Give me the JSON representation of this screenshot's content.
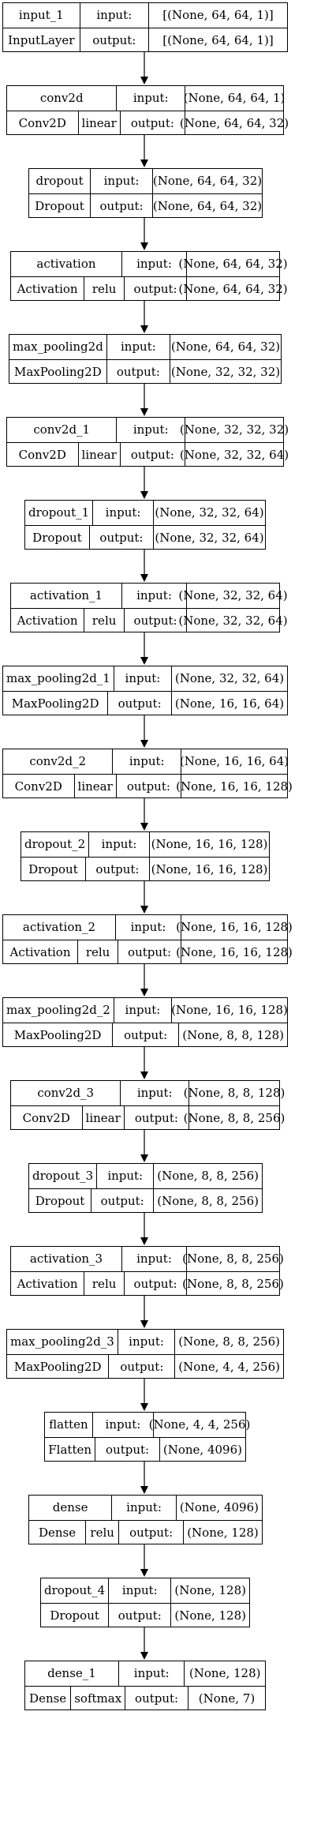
{
  "layers": [
    {
      "name": "input_1",
      "type": "InputLayer",
      "activation": "",
      "input_label": "input:",
      "output_label": "output:",
      "input_shape": "[(None, 64, 64, 1)]",
      "output_shape": "[(None, 64, 64, 1)]"
    },
    {
      "name": "conv2d",
      "type": "Conv2D",
      "activation": "linear",
      "input_label": "input:",
      "output_label": "output:",
      "input_shape": "(None, 64, 64, 1)",
      "output_shape": "(None, 64, 64, 32)"
    },
    {
      "name": "dropout",
      "type": "Dropout",
      "activation": "",
      "input_label": "input:",
      "output_label": "output:",
      "input_shape": "(None, 64, 64, 32)",
      "output_shape": "(None, 64, 64, 32)"
    },
    {
      "name": "activation",
      "type": "Activation",
      "activation": "relu",
      "input_label": "input:",
      "output_label": "output:",
      "input_shape": "(None, 64, 64, 32)",
      "output_shape": "(None, 64, 64, 32)"
    },
    {
      "name": "max_pooling2d",
      "type": "MaxPooling2D",
      "activation": "",
      "input_label": "input:",
      "output_label": "output:",
      "input_shape": "(None, 64, 64, 32)",
      "output_shape": "(None, 32, 32, 32)"
    },
    {
      "name": "conv2d_1",
      "type": "Conv2D",
      "activation": "linear",
      "input_label": "input:",
      "output_label": "output:",
      "input_shape": "(None, 32, 32, 32)",
      "output_shape": "(None, 32, 32, 64)"
    },
    {
      "name": "dropout_1",
      "type": "Dropout",
      "activation": "",
      "input_label": "input:",
      "output_label": "output:",
      "input_shape": "(None, 32, 32, 64)",
      "output_shape": "(None, 32, 32, 64)"
    },
    {
      "name": "activation_1",
      "type": "Activation",
      "activation": "relu",
      "input_label": "input:",
      "output_label": "output:",
      "input_shape": "(None, 32, 32, 64)",
      "output_shape": "(None, 32, 32, 64)"
    },
    {
      "name": "max_pooling2d_1",
      "type": "MaxPooling2D",
      "activation": "",
      "input_label": "input:",
      "output_label": "output:",
      "input_shape": "(None, 32, 32, 64)",
      "output_shape": "(None, 16, 16, 64)"
    },
    {
      "name": "conv2d_2",
      "type": "Conv2D",
      "activation": "linear",
      "input_label": "input:",
      "output_label": "output:",
      "input_shape": "(None, 16, 16, 64)",
      "output_shape": "(None, 16, 16, 128)"
    },
    {
      "name": "dropout_2",
      "type": "Dropout",
      "activation": "",
      "input_label": "input:",
      "output_label": "output:",
      "input_shape": "(None, 16, 16, 128)",
      "output_shape": "(None, 16, 16, 128)"
    },
    {
      "name": "activation_2",
      "type": "Activation",
      "activation": "relu",
      "input_label": "input:",
      "output_label": "output:",
      "input_shape": "(None, 16, 16, 128)",
      "output_shape": "(None, 16, 16, 128)"
    },
    {
      "name": "max_pooling2d_2",
      "type": "MaxPooling2D",
      "activation": "",
      "input_label": "input:",
      "output_label": "output:",
      "input_shape": "(None, 16, 16, 128)",
      "output_shape": "(None, 8, 8, 128)"
    },
    {
      "name": "conv2d_3",
      "type": "Conv2D",
      "activation": "linear",
      "input_label": "input:",
      "output_label": "output:",
      "input_shape": "(None, 8, 8, 128)",
      "output_shape": "(None, 8, 8, 256)"
    },
    {
      "name": "dropout_3",
      "type": "Dropout",
      "activation": "",
      "input_label": "input:",
      "output_label": "output:",
      "input_shape": "(None, 8, 8, 256)",
      "output_shape": "(None, 8, 8, 256)"
    },
    {
      "name": "activation_3",
      "type": "Activation",
      "activation": "relu",
      "input_label": "input:",
      "output_label": "output:",
      "input_shape": "(None, 8, 8, 256)",
      "output_shape": "(None, 8, 8, 256)"
    },
    {
      "name": "max_pooling2d_3",
      "type": "MaxPooling2D",
      "activation": "",
      "input_label": "input:",
      "output_label": "output:",
      "input_shape": "(None, 8, 8, 256)",
      "output_shape": "(None, 4, 4, 256)"
    },
    {
      "name": "flatten",
      "type": "Flatten",
      "activation": "",
      "input_label": "input:",
      "output_label": "output:",
      "input_shape": "(None, 4, 4, 256)",
      "output_shape": "(None, 4096)"
    },
    {
      "name": "dense",
      "type": "Dense",
      "activation": "relu",
      "input_label": "input:",
      "output_label": "output:",
      "input_shape": "(None, 4096)",
      "output_shape": "(None, 128)"
    },
    {
      "name": "dropout_4",
      "type": "Dropout",
      "activation": "",
      "input_label": "input:",
      "output_label": "output:",
      "input_shape": "(None, 128)",
      "output_shape": "(None, 128)"
    },
    {
      "name": "dense_1",
      "type": "Dense",
      "activation": "softmax",
      "input_label": "input:",
      "output_label": "output:",
      "input_shape": "(None, 128)",
      "output_shape": "(None, 7)"
    }
  ]
}
